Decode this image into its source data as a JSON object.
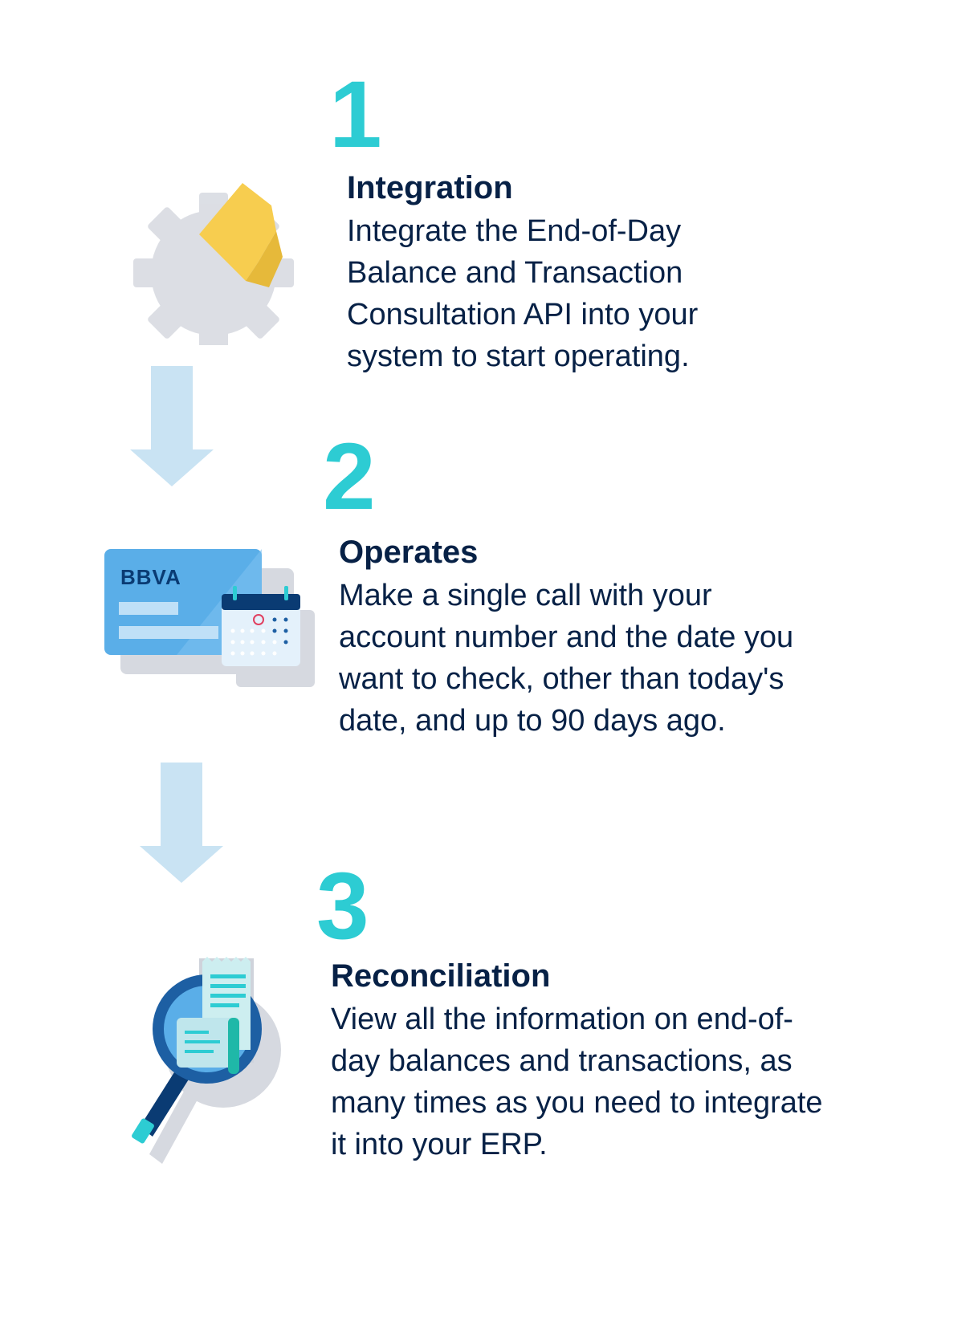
{
  "steps": [
    {
      "number": "1",
      "title": "Integration",
      "description": "Integrate the End-of-Day\nBalance and Transaction\nConsultation API into your\nsystem to start operating.",
      "icon": "gear-icon"
    },
    {
      "number": "2",
      "title": "Operates",
      "description": "Make a single call with your\naccount number and the date you\nwant to check, other than today's\ndate, and up to 90 days ago.",
      "icon": "card-calendar-icon",
      "card_brand": "BBVA"
    },
    {
      "number": "3",
      "title": "Reconciliation",
      "description": "View all the information on end-of-\nday balances and transactions, as\nmany times as you need to integrate\nit into your ERP.",
      "icon": "magnifier-receipt-icon"
    }
  ],
  "colors": {
    "accent": "#2dccd3",
    "text": "#072146",
    "navy": "#0a3b73",
    "blue": "#3b9ce6",
    "yellow": "#f7cd4f",
    "arrow": "#c9e3f3"
  }
}
